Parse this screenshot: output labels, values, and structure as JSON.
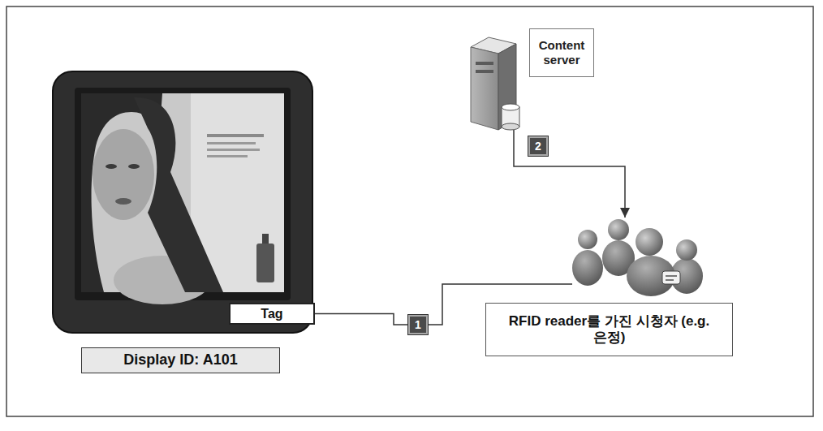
{
  "diagram": {
    "nodes": [
      {
        "text": [
          "Tag"
        ]
      },
      {
        "text": [
          "Display ID: A101"
        ]
      },
      {
        "text": [
          "Content server"
        ]
      },
      {
        "text": [
          "RFID reader를 가진 시청자 (e.g. 은정)"
        ]
      }
    ],
    "edges": [
      {
        "from": 0,
        "to": 3,
        "arrow": "none",
        "label": "1"
      },
      {
        "from": 2,
        "to": 3,
        "arrow": "to",
        "label": "2"
      }
    ]
  }
}
